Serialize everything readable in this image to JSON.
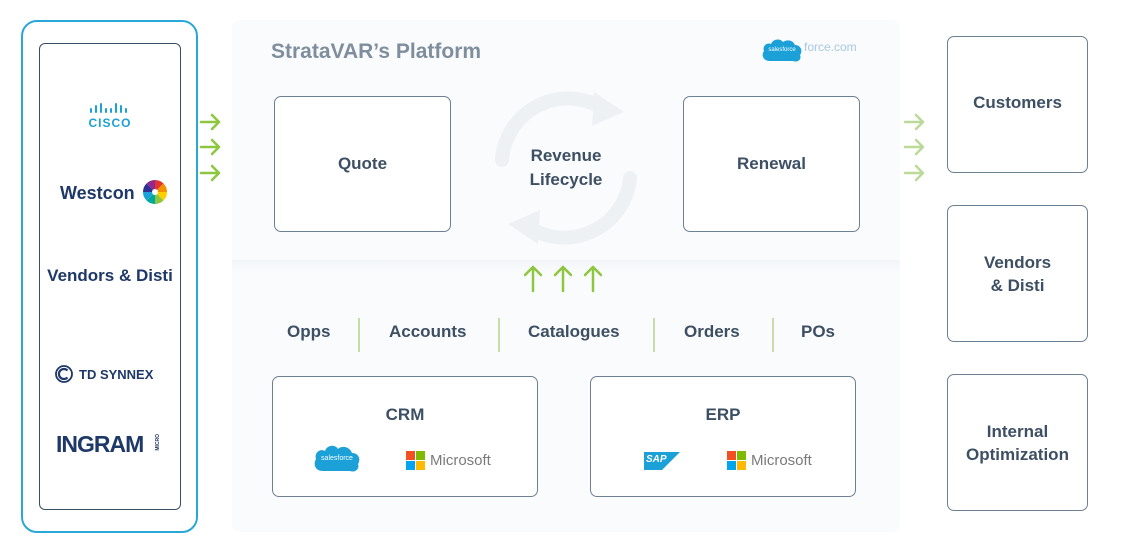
{
  "vendors": {
    "cisco": "CISCO",
    "westcon": "Westcon",
    "label": "Vendors & Disti",
    "td_synnex": "TD SYNNEX",
    "ingram": "INGRAM",
    "ingram_micro": "MICRO"
  },
  "platform": {
    "title": "StrataVAR’s Platform",
    "salesforce_logo": "salesforce",
    "forcecom": "force.com"
  },
  "lifecycle": {
    "quote": "Quote",
    "revenue_line1": "Revenue",
    "revenue_line2": "Lifecycle",
    "renewal": "Renewal"
  },
  "data_tabs": [
    "Opps",
    "Accounts",
    "Catalogues",
    "Orders",
    "POs"
  ],
  "systems": {
    "crm": {
      "label": "CRM",
      "salesforce": "salesforce",
      "microsoft": "Microsoft"
    },
    "erp": {
      "label": "ERP",
      "sap": "SAP",
      "microsoft": "Microsoft"
    }
  },
  "outputs": {
    "customers": "Customers",
    "vendors_line1": "Vendors",
    "vendors_line2": "& Disti",
    "internal_line1": "Internal",
    "internal_line2": "Optimization"
  },
  "colors": {
    "panel_border": "#29a8d8",
    "arrow_green": "#8dc63f",
    "arrow_light_green": "#bcd99a",
    "text_dark": "#3d4f63",
    "cisco_blue": "#1ba0d7",
    "navy": "#1e3868"
  },
  "icons": [
    "cisco-logo-icon",
    "westcon-wheel-icon",
    "td-synnex-icon",
    "salesforce-cloud-icon",
    "microsoft-icon",
    "sap-icon",
    "cycle-arrows-icon",
    "arrow-right-icon",
    "arrow-up-icon"
  ]
}
